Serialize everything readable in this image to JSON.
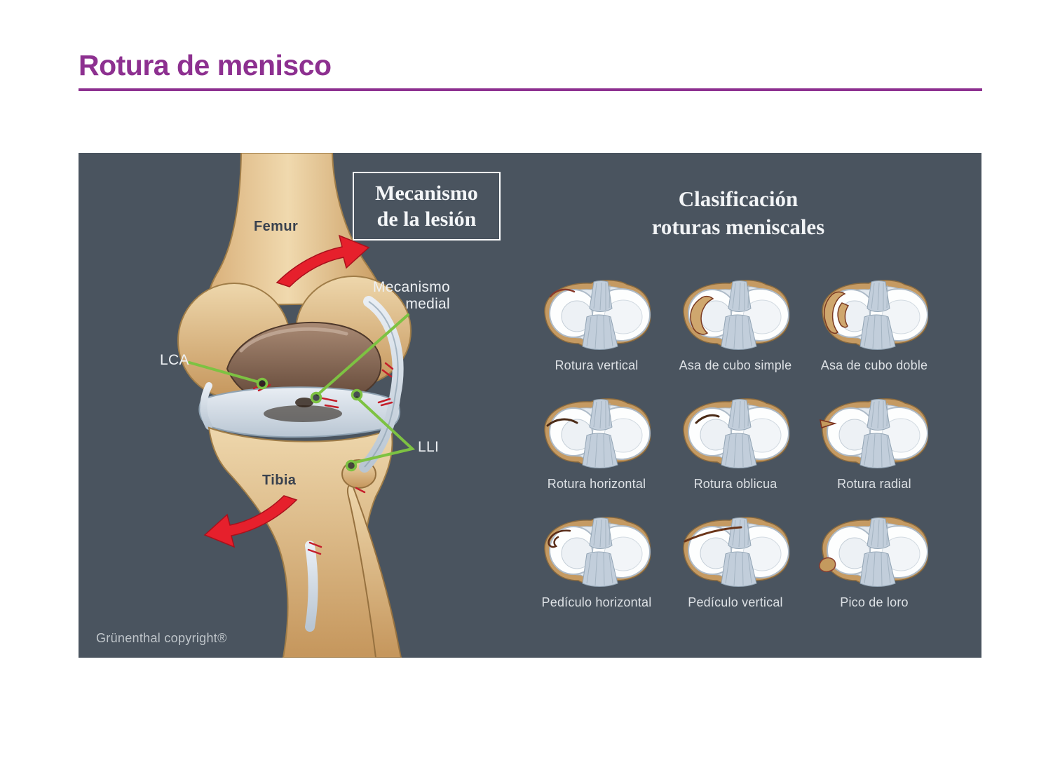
{
  "page": {
    "title": "Rotura de menisco"
  },
  "colors": {
    "accent_purple": "#8D3090",
    "panel_background": "#4A545F",
    "leader_green": "#7DC242",
    "arrow_red": "#E6202C"
  },
  "panel": {
    "mechanism_box": {
      "line1": "Mecanismo",
      "line2": "de la lesión"
    },
    "knee": {
      "femur": "Femur",
      "tibia": "Tibia",
      "lca": "LCA",
      "mecanismo_medial_line1": "Mecanismo",
      "mecanismo_medial_line2": "medial",
      "lli": "LLI"
    },
    "classification": {
      "title_line1": "Clasificación",
      "title_line2": "roturas meniscales",
      "items": [
        {
          "label": "Rotura vertical",
          "type": "rotura_vertical"
        },
        {
          "label": "Asa de cubo simple",
          "type": "asa_cubo_simple"
        },
        {
          "label": "Asa de cubo doble",
          "type": "asa_cubo_doble"
        },
        {
          "label": "Rotura horizontal",
          "type": "rotura_horizontal"
        },
        {
          "label": "Rotura oblicua",
          "type": "rotura_oblicua"
        },
        {
          "label": "Rotura radial",
          "type": "rotura_radial"
        },
        {
          "label": "Pedículo horizontal",
          "type": "pediculo_horizontal"
        },
        {
          "label": "Pedículo vertical",
          "type": "pediculo_vertical"
        },
        {
          "label": "Pico de loro",
          "type": "pico_de_loro"
        }
      ]
    },
    "copyright": "Grünenthal copyright®"
  }
}
